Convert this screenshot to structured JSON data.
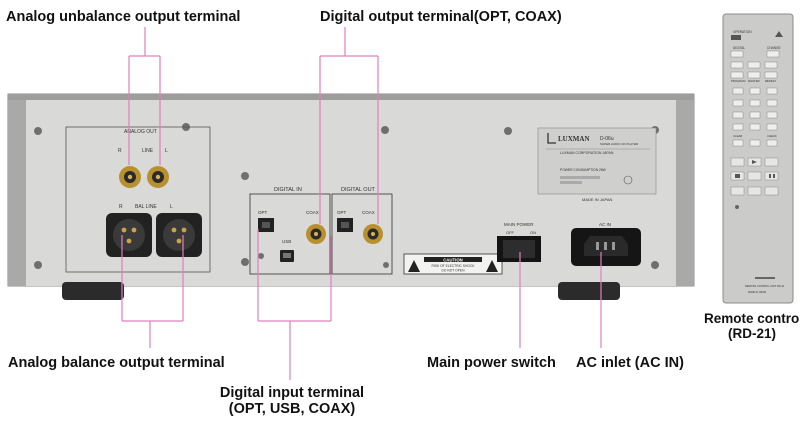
{
  "callouts": {
    "analog_unbalance": "Analog unbalance output terminal",
    "digital_output": "Digital output terminal(OPT, COAX)",
    "analog_balance": "Analog balance output terminal",
    "digital_input_line1": "Digital input terminal",
    "digital_input_line2": "(OPT, USB, COAX)",
    "main_power": "Main power switch",
    "ac_inlet": "AC inlet (AC IN)",
    "remote_line1": "Remote control",
    "remote_line2": "(RD-21)"
  },
  "panel": {
    "analog_out": "ANALOG OUT",
    "r": "R",
    "line": "LINE",
    "l": "L",
    "r2": "R",
    "bal_line": "BAL LINE",
    "l2": "L",
    "digital_in": "DIGITAL IN",
    "digital_out": "DIGITAL OUT",
    "opt_in": "OPT",
    "coax_in": "COAX",
    "usb": "USB",
    "opt_out": "OPT",
    "coax_out": "COAX",
    "brand": "LUXMAN",
    "model": "D-06u",
    "subtitle": "SUPER AUDIO CD PLAYER",
    "corporation": "LUXMAN CORPORATION  JAPAN",
    "power_consumption": "POWER CONSUMPTION  26W",
    "made_in_japan": "MADE IN JAPAN",
    "main_power": "MAIN POWER",
    "off": "OFF",
    "on": "ON",
    "ac_in": "AC IN",
    "caution": "CAUTION",
    "caution_sub": "RISK OF ELECTRIC SHOCK",
    "caution_sub2": "DO NOT OPEN"
  },
  "remote": {
    "operation": "OPERATION",
    "digital": "DIGITAL",
    "change": "CHANGE",
    "program": "PROGRAM",
    "mastter": "MASTER",
    "repeat": "REPEAT",
    "clear": "CLEAR",
    "check": "CHECK",
    "made": "MADE IN JAPAN",
    "footer": "REMOTE CONTROL UNIT  RD-21"
  },
  "colors": {
    "leader": "#e17fbd",
    "panel": "#d7d7d5",
    "chassis": "#bdbdbb",
    "remote": "#c9c9c7"
  }
}
